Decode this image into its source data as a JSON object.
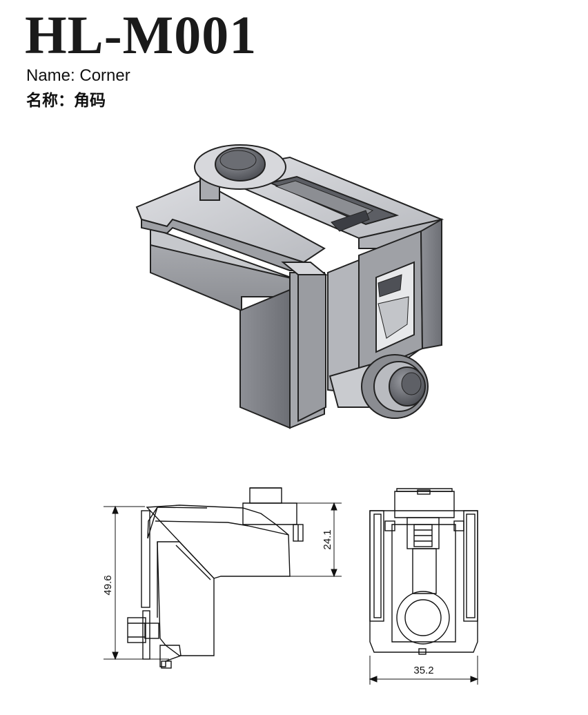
{
  "title": "HL-M001",
  "name_en": "Name: Corner",
  "name_cn": "名称：角码",
  "dimensions": {
    "height_total": "49.6",
    "height_upper": "24.1",
    "width": "35.2"
  }
}
